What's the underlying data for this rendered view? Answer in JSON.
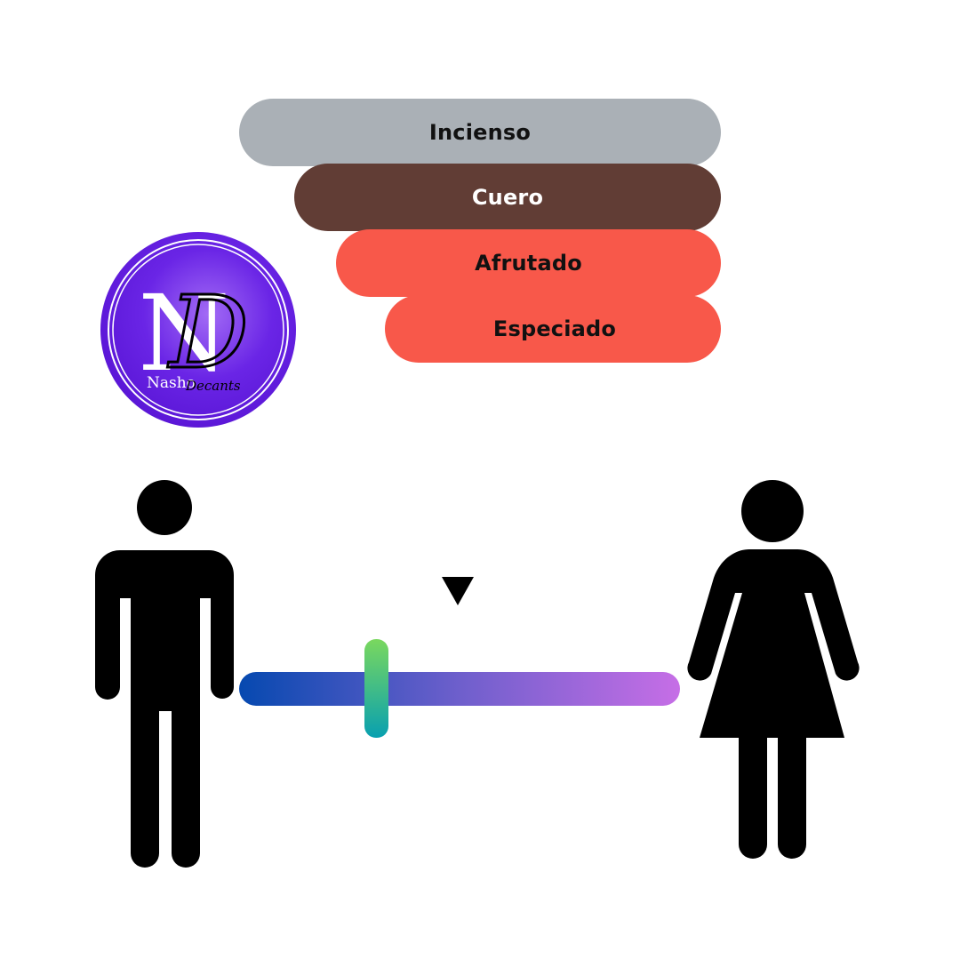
{
  "accords": [
    {
      "label": "Incienso",
      "bg": "#aab0b6",
      "color": "#111111"
    },
    {
      "label": "Cuero",
      "bg": "#613d35",
      "color": "#ffffff"
    },
    {
      "label": "Afrutado",
      "bg": "#f8584a",
      "color": "#111111"
    },
    {
      "label": "Especiado",
      "bg": "#f8584a",
      "color": "#111111"
    }
  ],
  "logo": {
    "letter": "N",
    "script_letter": "D",
    "name": "Nasho",
    "script_name": "Decants",
    "color": "#6a1fe2"
  },
  "gender_meter": {
    "left_icon": "male-icon",
    "right_icon": "female-icon",
    "value": 0.31,
    "gradient": [
      "#0649b0",
      "#6e5fcc",
      "#c66ee6"
    ],
    "handle_gradient": [
      "#7ad85e",
      "#08a0b0"
    ],
    "pointer_value": 0.495,
    "icon_color": "#000000"
  }
}
